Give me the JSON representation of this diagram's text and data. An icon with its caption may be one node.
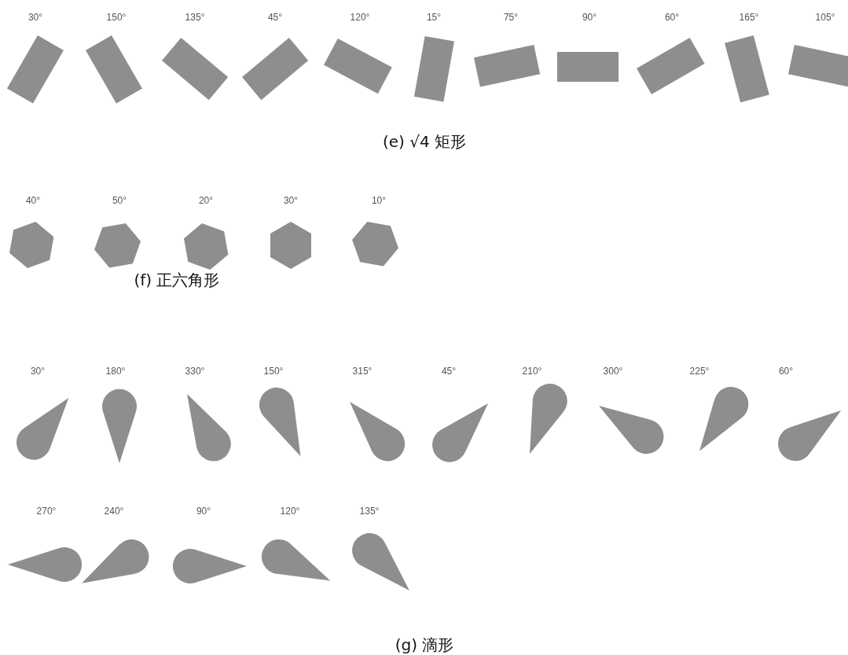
{
  "diagram": {
    "nodes": [
      {
        "text": [],
        "shape": "rectangle",
        "beside": [
          "30°"
        ]
      },
      {
        "text": [],
        "shape": "rectangle",
        "beside": [
          "150°"
        ]
      },
      {
        "text": [],
        "shape": "rectangle",
        "beside": [
          "135°"
        ]
      },
      {
        "text": [],
        "shape": "rectangle",
        "beside": [
          "45°"
        ]
      },
      {
        "text": [],
        "shape": "rectangle",
        "beside": [
          "120°"
        ]
      },
      {
        "text": [],
        "shape": "rectangle",
        "beside": [
          "15°"
        ]
      },
      {
        "text": [],
        "shape": "rectangle",
        "beside": [
          "75°"
        ]
      },
      {
        "text": [],
        "shape": "rectangle",
        "beside": [
          "90°"
        ]
      },
      {
        "text": [],
        "shape": "rectangle",
        "beside": [
          "60°"
        ]
      },
      {
        "text": [],
        "shape": "rectangle",
        "beside": [
          "165°"
        ]
      },
      {
        "text": [],
        "shape": "rectangle",
        "beside": [
          "105°"
        ]
      },
      {
        "text": [],
        "shape": "hexagon",
        "beside": [
          "40°"
        ]
      },
      {
        "text": [],
        "shape": "hexagon",
        "beside": [
          "50°"
        ]
      },
      {
        "text": [],
        "shape": "hexagon",
        "beside": [
          "20°"
        ]
      },
      {
        "text": [],
        "shape": "hexagon",
        "beside": [
          "30°"
        ]
      },
      {
        "text": [],
        "shape": "hexagon",
        "beside": [
          "10°"
        ]
      },
      {
        "text": [],
        "shape": "drop",
        "beside": [
          "30°"
        ]
      },
      {
        "text": [],
        "shape": "drop",
        "beside": [
          "180°"
        ]
      },
      {
        "text": [],
        "shape": "drop",
        "beside": [
          "330°"
        ]
      },
      {
        "text": [],
        "shape": "drop",
        "beside": [
          "150°"
        ]
      },
      {
        "text": [],
        "shape": "drop",
        "beside": [
          "315°"
        ]
      },
      {
        "text": [],
        "shape": "drop",
        "beside": [
          "45°"
        ]
      },
      {
        "text": [],
        "shape": "drop",
        "beside": [
          "210°"
        ]
      },
      {
        "text": [],
        "shape": "drop",
        "beside": [
          "300°"
        ]
      },
      {
        "text": [],
        "shape": "drop",
        "beside": [
          "225°"
        ]
      },
      {
        "text": [],
        "shape": "drop",
        "beside": [
          "60°"
        ]
      },
      {
        "text": [],
        "shape": "drop",
        "beside": [
          "270°"
        ]
      },
      {
        "text": [],
        "shape": "drop",
        "beside": [
          "240°"
        ]
      },
      {
        "text": [],
        "shape": "drop",
        "beside": [
          "90°"
        ]
      },
      {
        "text": [],
        "shape": "drop",
        "beside": [
          "120°"
        ]
      },
      {
        "text": [],
        "shape": "drop",
        "beside": [
          "135°"
        ]
      }
    ],
    "labels": [
      "(e) √4 矩形",
      "(f) 正六角形",
      "(g) 滴形"
    ]
  }
}
